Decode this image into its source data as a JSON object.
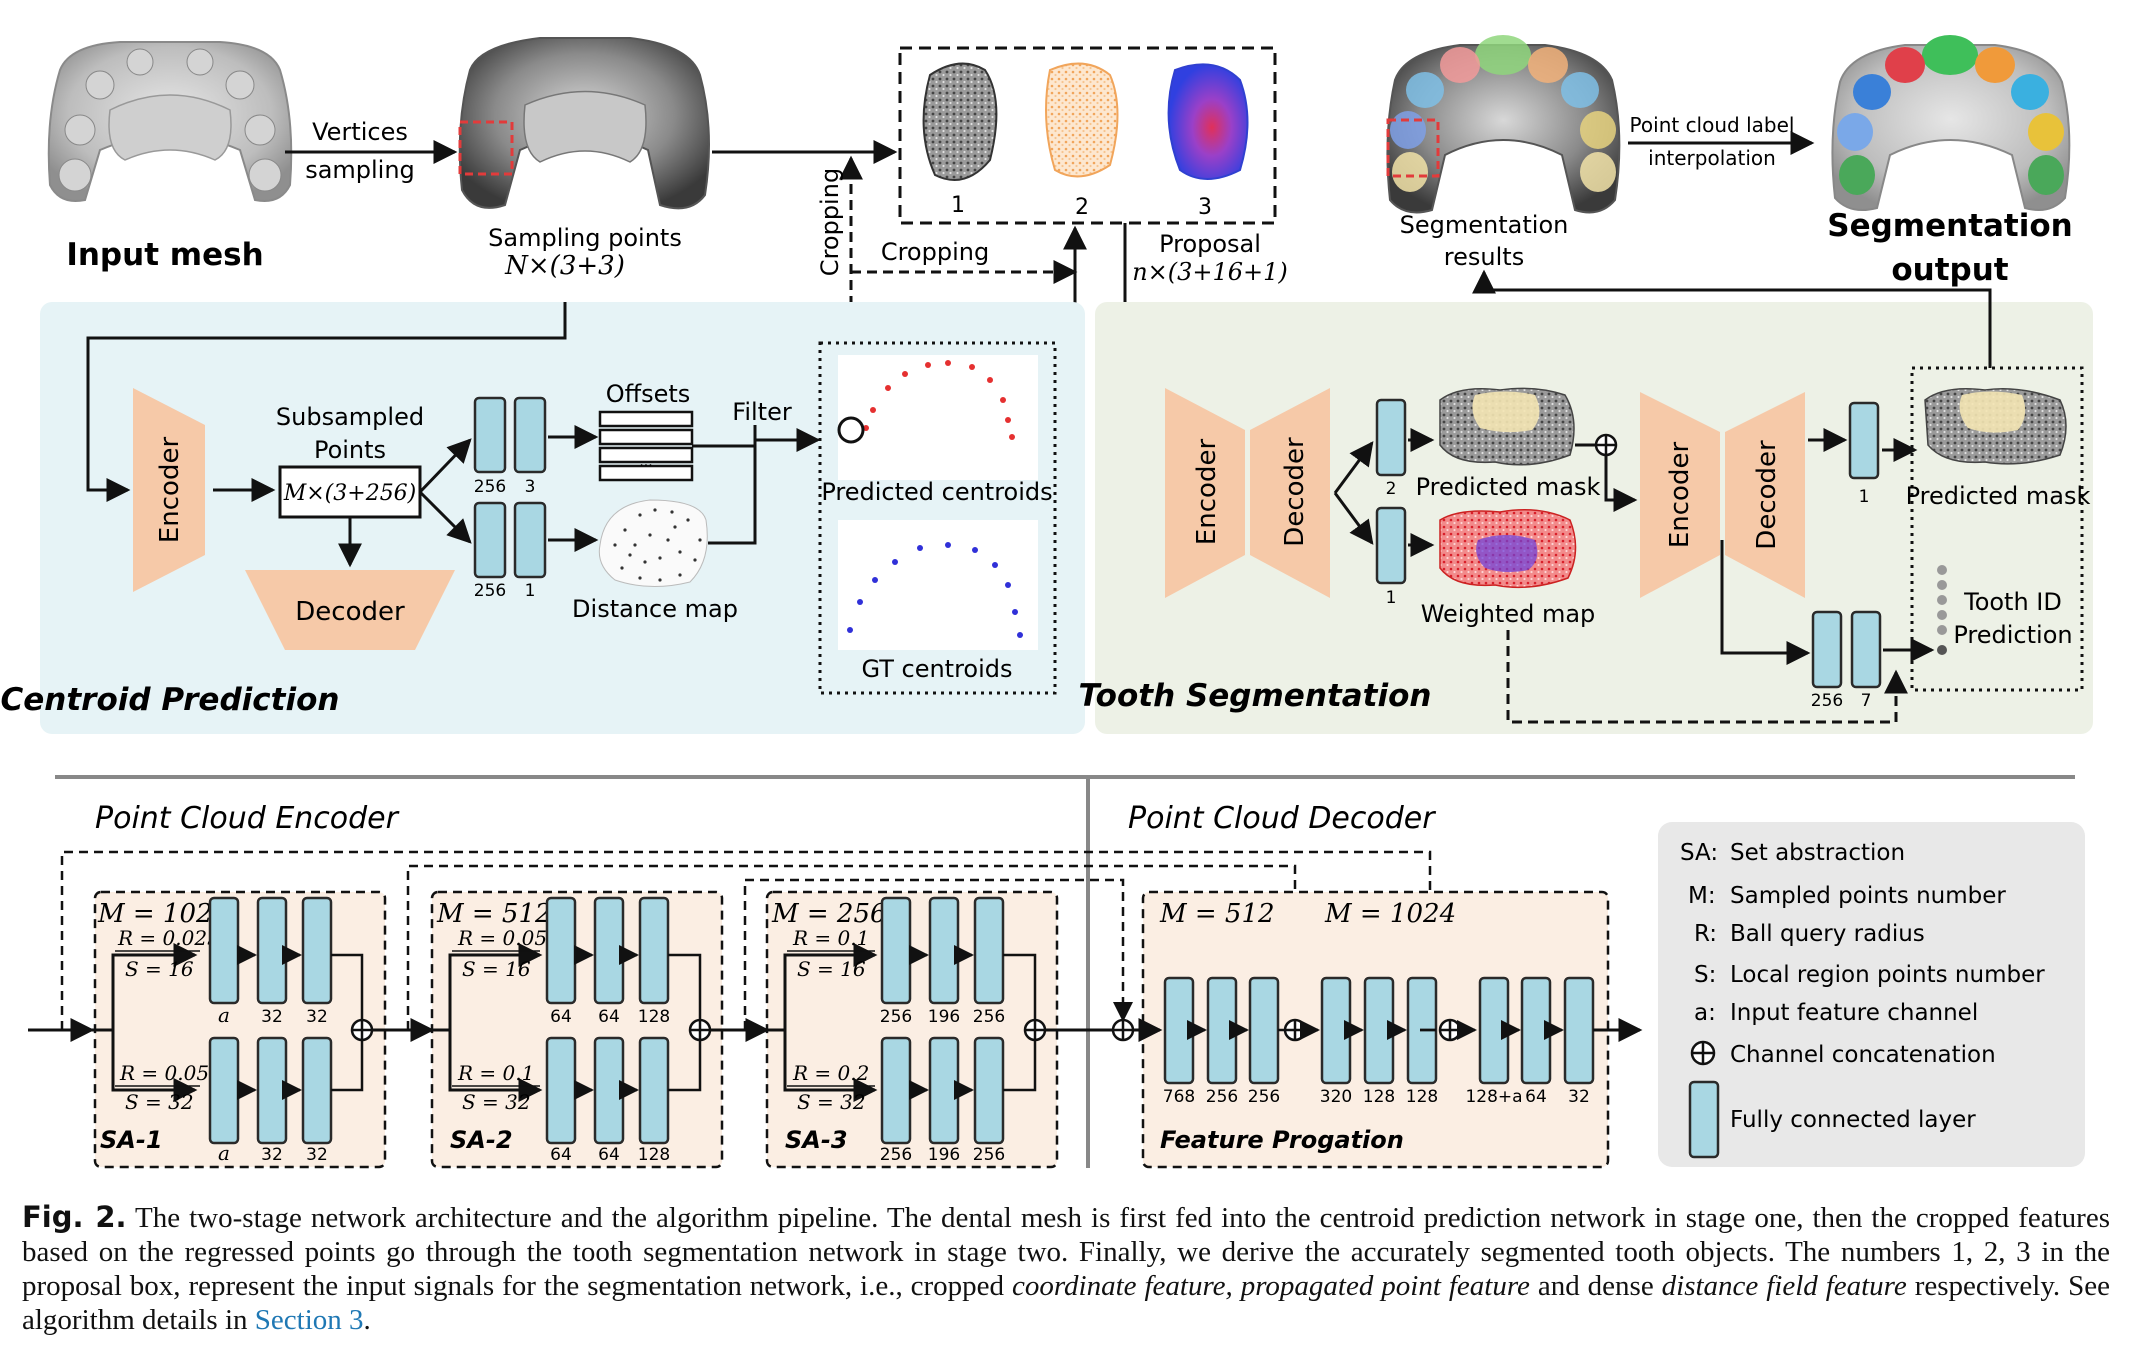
{
  "top": {
    "input_mesh": "Input mesh",
    "vertices_sampling": [
      "Vertices",
      "sampling"
    ],
    "sampling_points": "Sampling points",
    "sampling_dims": "N×(3+3)",
    "cropping_vertical": "Cropping",
    "cropping_horizontal": "Cropping",
    "proposal_numbers": [
      "1",
      "2",
      "3"
    ],
    "proposal": "Proposal",
    "proposal_dims": "n×(3+16+1)",
    "segmentation_results": [
      "Segmentation",
      "results"
    ],
    "interpolation": [
      "Point cloud label",
      "interpolation"
    ],
    "segmentation_output": [
      "Segmentation",
      "output"
    ]
  },
  "centroid": {
    "title": "Centroid Prediction",
    "encoder": "Encoder",
    "decoder": "Decoder",
    "subsampled": [
      "Subsampled",
      "Points"
    ],
    "subsampled_dims": "M×(3+256)",
    "fc_upper": [
      "256",
      "3"
    ],
    "fc_lower": [
      "256",
      "1"
    ],
    "offsets": "Offsets",
    "offsets_more": "...",
    "filter": "Filter",
    "distance_map": "Distance map",
    "predicted_centroids": "Predicted centroids",
    "gt_centroids": "GT centroids"
  },
  "tooth": {
    "title": "Tooth Segmentation",
    "encoder1": "Encoder",
    "decoder1": "Decoder",
    "fc_mask": "2",
    "fc_weight": "1",
    "predicted_mask1": "Predicted mask",
    "weighted_map": "Weighted map",
    "encoder2": "Encoder",
    "decoder2": "Decoder",
    "fc_mask2": "1",
    "fc_id": [
      "256",
      "7"
    ],
    "predicted_mask2": "Predicted mask",
    "tooth_id": [
      "Tooth ID",
      "Prediction"
    ]
  },
  "encoder_section": {
    "title": "Point Cloud Encoder",
    "sa": [
      {
        "label": "SA-1",
        "M": "M = 1024",
        "R1": "R = 0.025",
        "S1": "S = 16",
        "R2": "R = 0.05",
        "S2": "S = 32",
        "top_dims": [
          "a",
          "32",
          "32"
        ],
        "bottom_dims": [
          "a",
          "32",
          "32"
        ]
      },
      {
        "label": "SA-2",
        "M": "M = 512",
        "R1": "R = 0.05",
        "S1": "S = 16",
        "R2": "R = 0.1",
        "S2": "S = 32",
        "top_dims": [
          "64",
          "64",
          "128"
        ],
        "bottom_dims": [
          "64",
          "64",
          "128"
        ]
      },
      {
        "label": "SA-3",
        "M": "M = 256",
        "R1": "R = 0.1",
        "S1": "S = 16",
        "R2": "R = 0.2",
        "S2": "S = 32",
        "top_dims": [
          "256",
          "196",
          "256"
        ],
        "bottom_dims": [
          "256",
          "196",
          "256"
        ]
      }
    ]
  },
  "decoder_section": {
    "title": "Point Cloud Decoder",
    "M1": "M = 512",
    "M2": "M = 1024",
    "dims": [
      "768",
      "256",
      "256",
      "320",
      "128",
      "128",
      "128+a",
      "64",
      "32"
    ],
    "label": "Feature Progation"
  },
  "legend": [
    {
      "key": "SA:",
      "text": "Set abstraction"
    },
    {
      "key": "M:",
      "text": "Sampled points number"
    },
    {
      "key": "R:",
      "text": "Ball query radius"
    },
    {
      "key": "S:",
      "text": "Local region points number"
    },
    {
      "key": "a:",
      "text": "Input feature channel"
    },
    {
      "key": "⊕",
      "text": "Channel concatenation"
    },
    {
      "key": "",
      "text": "Fully connected layer"
    }
  ],
  "caption": {
    "label": "Fig. 2.",
    "p1": "The two-stage network architecture and the algorithm pipeline. The dental mesh is first fed into the centroid prediction network in stage one, then the cropped features based on the regressed points go through the tooth segmentation network in stage two. Finally, we derive the accurately segmented tooth objects. The numbers 1, 2, 3 in the proposal box, represent the input signals for the segmentation network, i.e., cropped ",
    "i1": "coordinate feature, propagated point feature",
    "p2": " and dense ",
    "i2": "distance field feature",
    "p3": " respectively. See algorithm details in ",
    "link": "Section 3",
    "p4": "."
  },
  "colors": {
    "fc_fill": "#a9d7e3",
    "fc_stroke": "#2a2a2a",
    "peach": "#f6c9a8",
    "centroid_panel": "#e6f3f6",
    "tooth_panel": "#edf1e6",
    "sa_panel": "#fbeee3",
    "legend_panel": "#e8e8e8",
    "red_centroid": "#e53030",
    "blue_centroid": "#3030d8"
  }
}
